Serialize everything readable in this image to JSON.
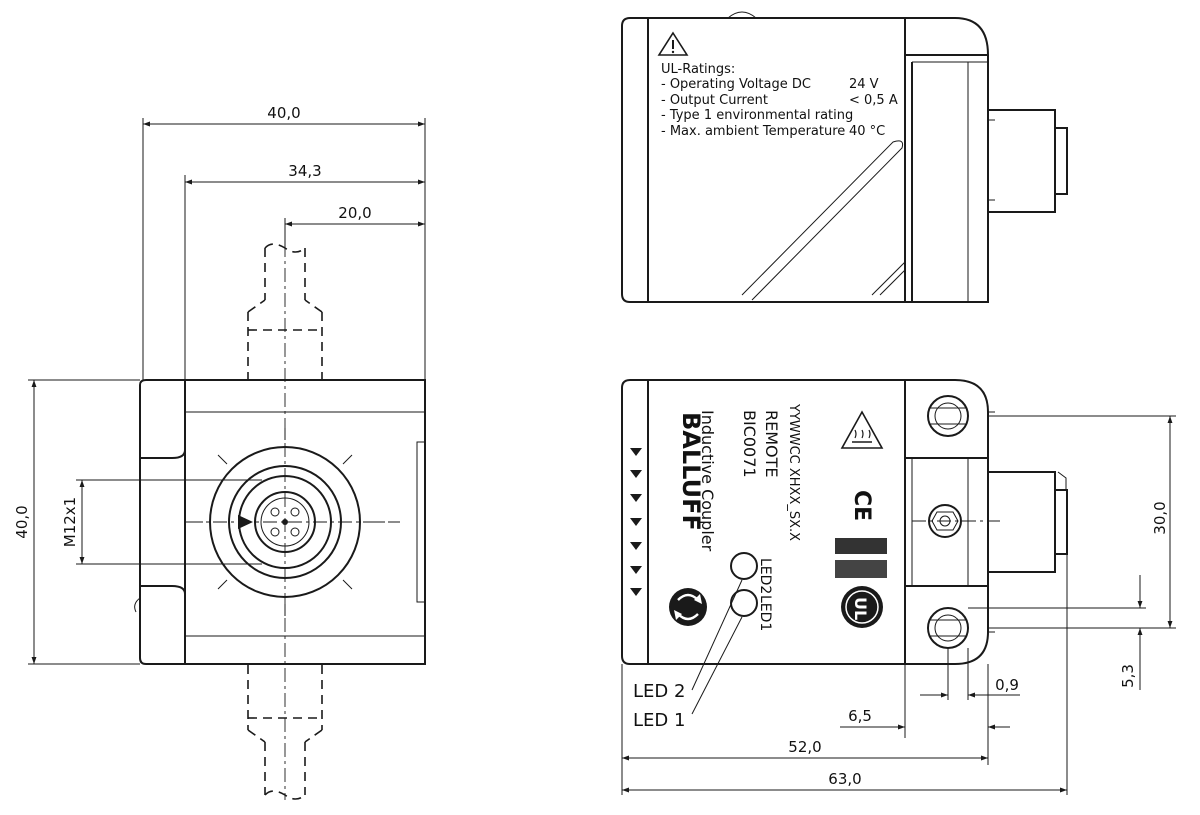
{
  "dimensions": {
    "front_width_total": "40,0",
    "front_width_body": "34,3",
    "front_connector_offset": "20,0",
    "front_height": "40,0",
    "front_thread": "M12x1",
    "side_hole_spacing": "30,0",
    "side_hole_offset": "5,3",
    "side_small": "0,9",
    "side_flange": "6,5",
    "side_length_body": "52,0",
    "side_length_total": "63,0"
  },
  "ul_label": {
    "heading": "UL-Ratings:",
    "rows": [
      {
        "name": "- Operating Voltage DC",
        "value": "24 V"
      },
      {
        "name": "- Output Current",
        "value": "< 0,5 A"
      },
      {
        "name": "- Type 1 environmental rating",
        "value": ""
      },
      {
        "name": "- Max. ambient Temperature",
        "value": "40 °C"
      }
    ]
  },
  "product_label": {
    "brand": "BALLUFF",
    "product_type": "Inductive Coupler",
    "model": "BIC0071",
    "variant": "REMOTE",
    "code": "YYWWCC XHXX_SX.X",
    "led2": "LED2",
    "led1": "LED1",
    "ce_mark": "CE",
    "ul_mark": "UL"
  },
  "callouts": {
    "led2": "LED 2",
    "led1": "LED 1"
  },
  "icons": [
    "warning-triangle-icon",
    "hot-surface-icon",
    "ce-mark-icon",
    "ul-mark-icon",
    "balluff-logo-icon"
  ]
}
